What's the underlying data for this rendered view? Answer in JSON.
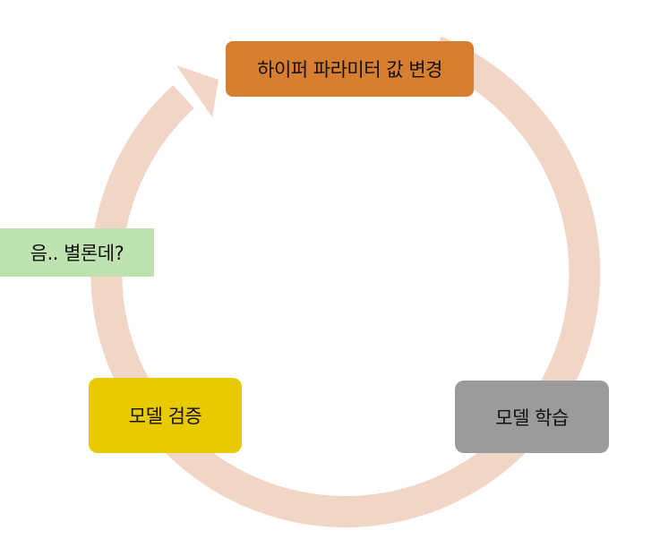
{
  "colors": {
    "cycle_arrow": "#f1d5c7",
    "background": "#ffffff",
    "text": "#111111"
  },
  "nodes": {
    "change_hyperparameters": {
      "label": "하이퍼 파라미터 값 변경",
      "color": "#d77e2f"
    },
    "train_model": {
      "label": "모델 학습",
      "color": "#9b9b9b"
    },
    "validate_model": {
      "label": "모델 검증",
      "color": "#e9c900"
    }
  },
  "note": {
    "label": "음.. 별론데?",
    "color": "#bfe3b0"
  }
}
